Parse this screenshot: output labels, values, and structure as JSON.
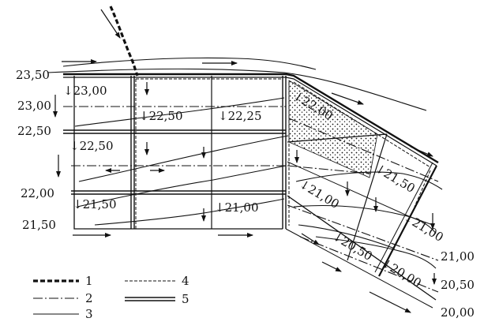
{
  "elevation_labels": {
    "left_23_50": "23,50",
    "left_23_00": "23,00",
    "left_22_50": "22,50",
    "left_22_00": "22,00",
    "left_21_50": "21,50",
    "right_21_00": "21,00",
    "right_20_50": "20,50",
    "right_20_00": "20,00"
  },
  "cell_marks": {
    "m_23_00": "23,00",
    "m_22_50a": "22,50",
    "m_22_25": "22,25",
    "m_22_50b": "22,50",
    "m_21_50a": "21,50",
    "m_21_00a": "21,00",
    "m_22_00": "22,00",
    "m_21_50b": "21,50",
    "m_21_00b": "21,00",
    "m_21_00c": "21,00",
    "m_20_50": "20,50",
    "m_20_00": "20,00"
  },
  "legend": {
    "n1": "1",
    "n2": "2",
    "n3": "3",
    "n4": "4",
    "n5": "5"
  },
  "colors": {
    "ink": "#111111",
    "paper": "#ffffff"
  }
}
